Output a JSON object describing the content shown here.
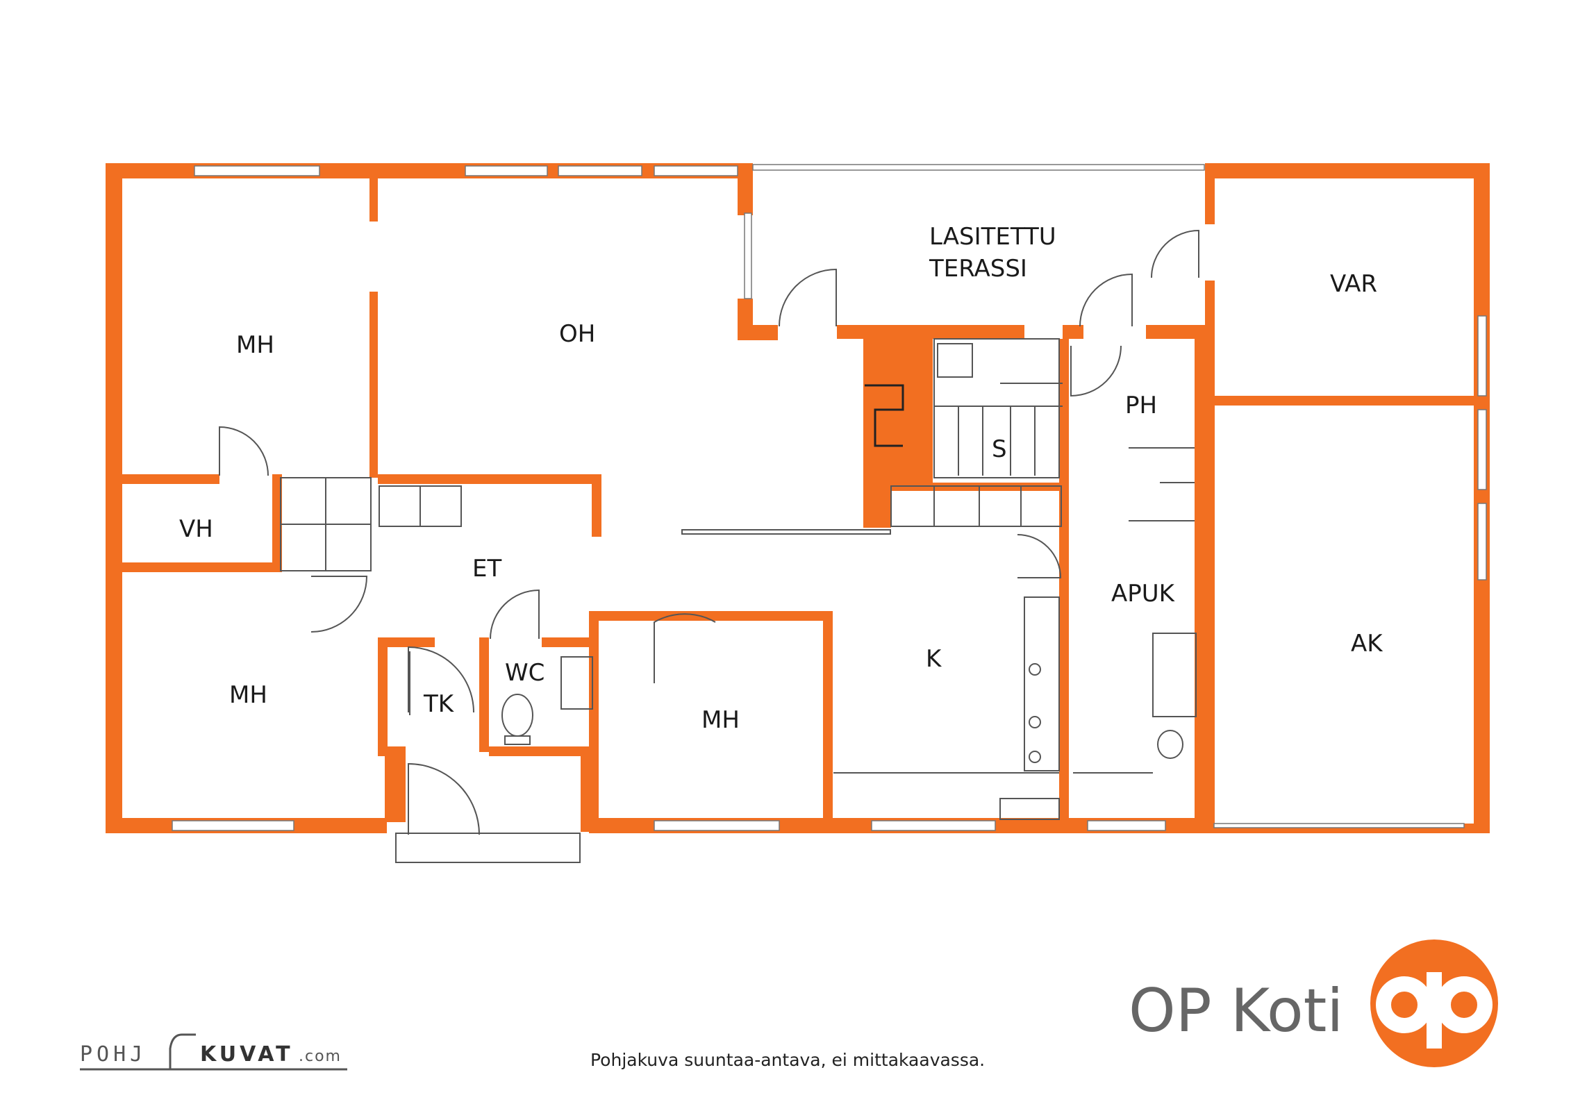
{
  "rooms": {
    "mh1": "MH",
    "oh": "OH",
    "terrace_line1": "LASITETTU",
    "terrace_line2": "TERASSI",
    "var": "VAR",
    "vh": "VH",
    "et": "ET",
    "s": "S",
    "ph": "PH",
    "mh2": "MH",
    "tk": "TK",
    "wc": "WC",
    "mh3": "MH",
    "k": "K",
    "apuk": "APUK",
    "ak": "AK"
  },
  "brand": {
    "name": "OP Koti",
    "color": "#f26f21"
  },
  "footer": {
    "disclaimer": "Pohjakuva suuntaa-antava, ei mittakaavassa.",
    "credit_left": "POHJ",
    "credit_right": "KUVAT",
    "credit_domain": ".com"
  },
  "colors": {
    "wall": "#f26f21",
    "line": "#555555"
  }
}
